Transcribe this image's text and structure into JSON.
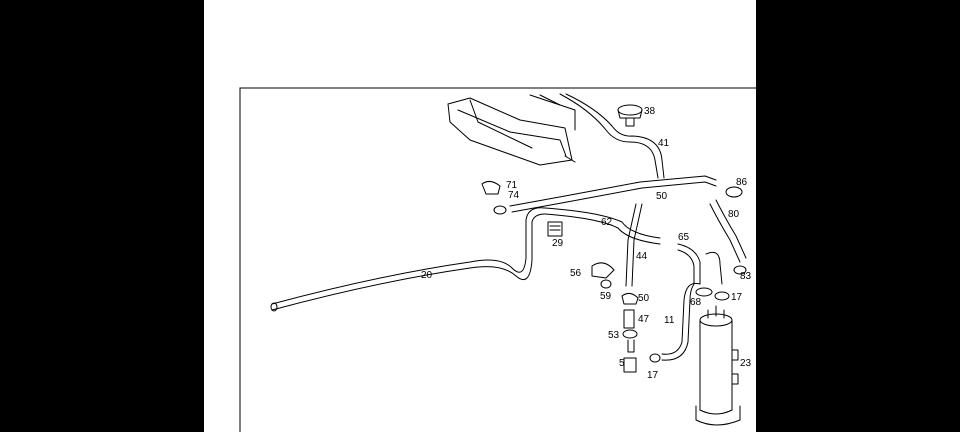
{
  "labels": {
    "p38": "38",
    "p41": "41",
    "p71": "71",
    "p74": "74",
    "p50a": "50",
    "p86": "86",
    "p80": "80",
    "p62": "62",
    "p29": "29",
    "p65": "65",
    "p44": "44",
    "p20": "20",
    "p56": "56",
    "p83": "83",
    "p59": "59",
    "p50b": "50",
    "p68": "68",
    "p17a": "17",
    "p47": "47",
    "p11": "11",
    "p53": "53",
    "p5": "5",
    "p17b": "17",
    "p23": "23"
  }
}
